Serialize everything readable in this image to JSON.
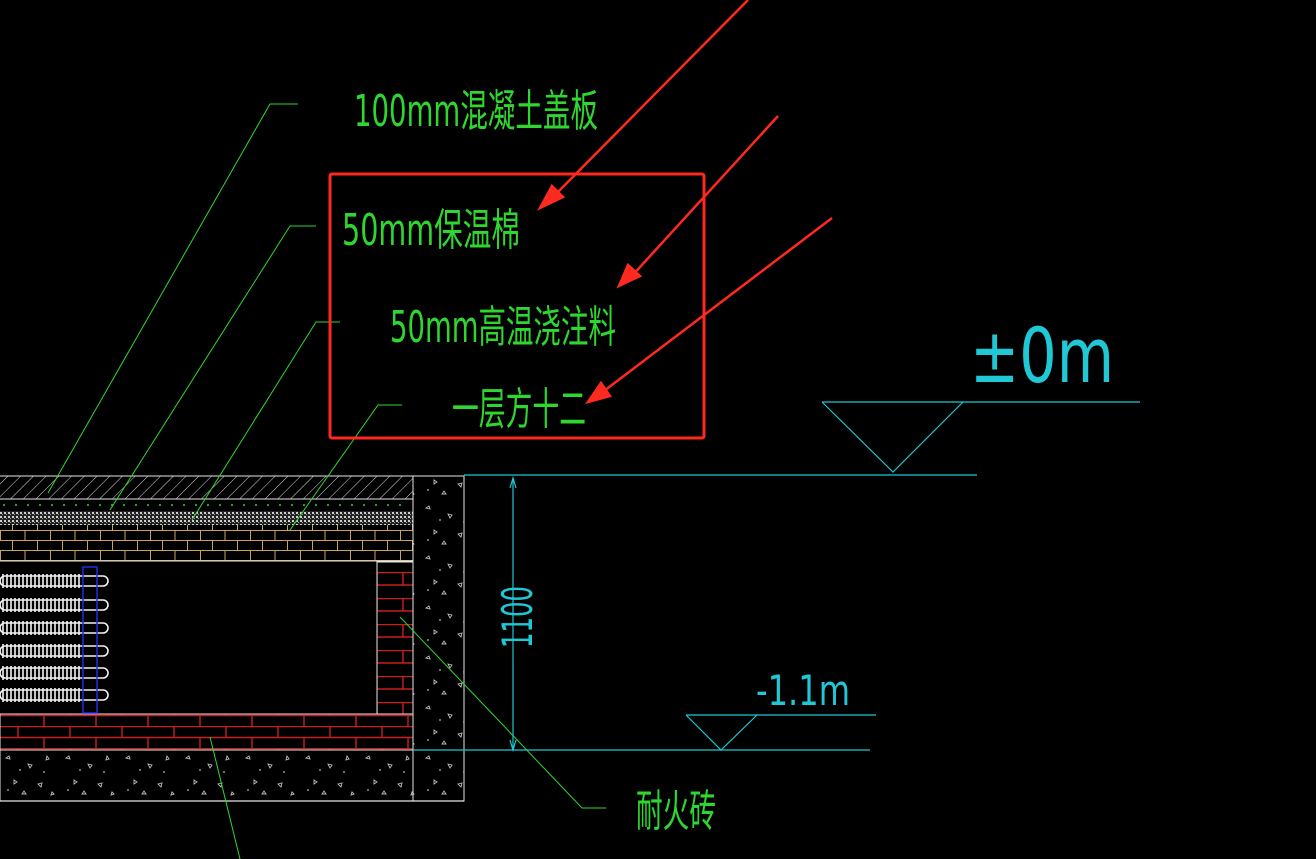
{
  "labels": {
    "concrete_cover": "100mm混凝土盖板",
    "insulation_wool": "50mm保温棉",
    "castable": "50mm高温浇注料",
    "layer_note": "一层方十二",
    "firebrick": "耐火砖"
  },
  "elevations": {
    "ground": "±0m",
    "bottom": "-1.1m"
  },
  "dimension": {
    "depth": "1100"
  },
  "colors": {
    "background": "#000000",
    "leader_green": "#2fd62f",
    "annotation_cyan": "#1fc8d4",
    "highlight_red": "#ff2a1f",
    "brick_red": "#c81e1e",
    "outline_white": "#e6e6e6",
    "rod_blue": "#1e2ee6"
  }
}
